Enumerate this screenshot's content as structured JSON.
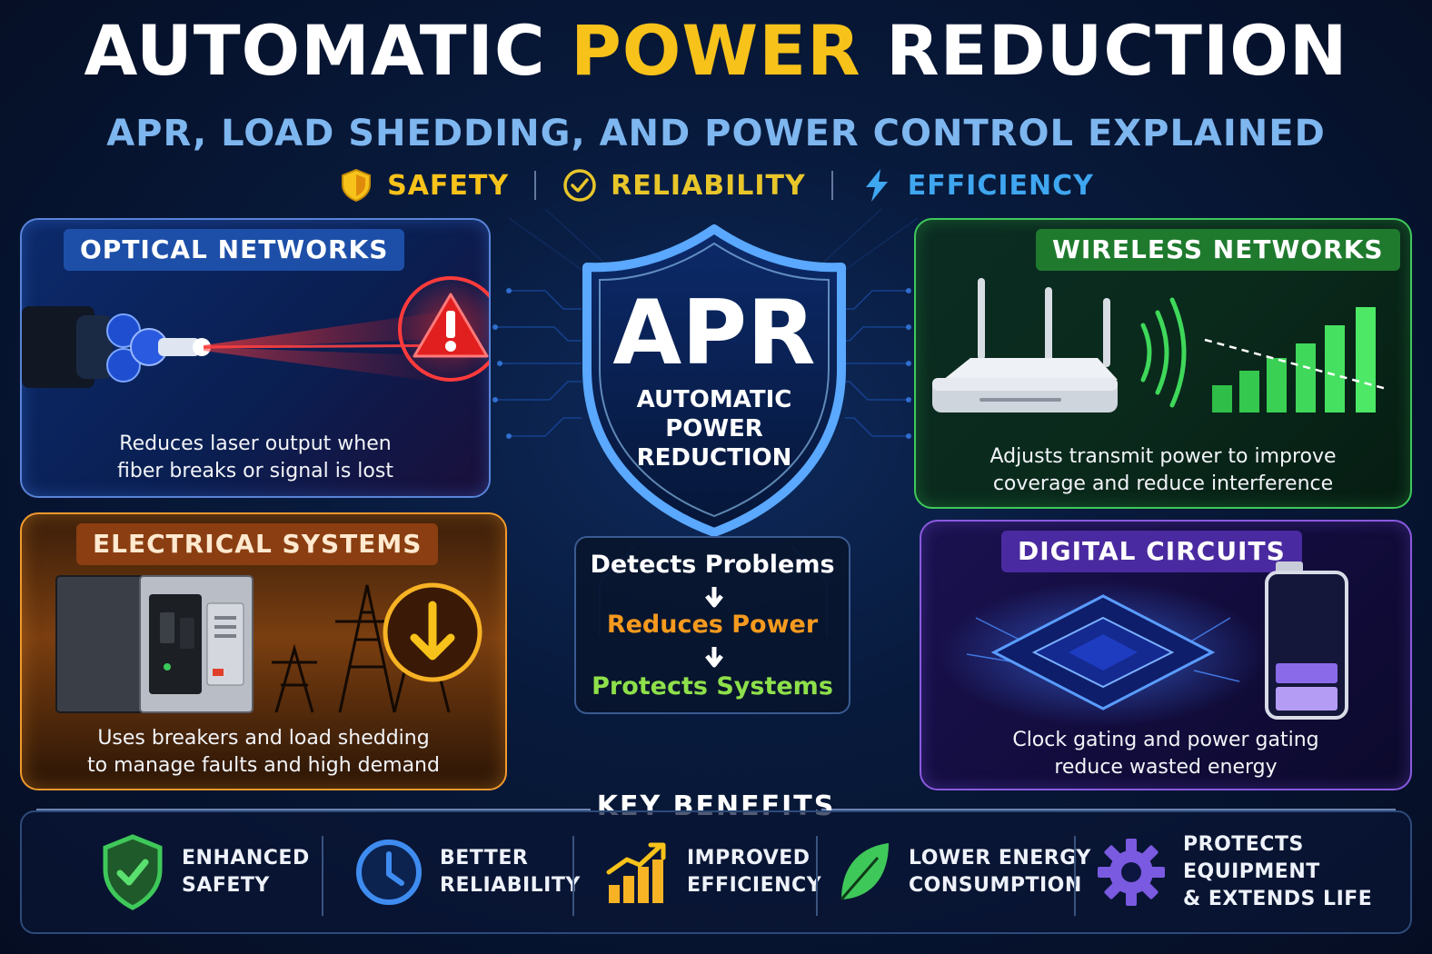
{
  "title": {
    "part1": "AUTOMATIC",
    "accent": "POWER",
    "part2": "REDUCTION"
  },
  "subtitle": "APR, LOAD SHEDDING, AND POWER CONTROL EXPLAINED",
  "pillars": [
    {
      "label": "SAFETY",
      "icon": "shield-icon",
      "color": "#f7c21a"
    },
    {
      "label": "RELIABILITY",
      "icon": "check-circle-icon",
      "color": "#e8c62a"
    },
    {
      "label": "EFFICIENCY",
      "icon": "lightning-icon",
      "color": "#3fa6f0"
    }
  ],
  "cards": {
    "optical": {
      "tag": "OPTICAL NETWORKS",
      "desc1": "Reduces laser output when",
      "desc2": "fiber breaks or signal is lost"
    },
    "electrical": {
      "tag": "ELECTRICAL SYSTEMS",
      "desc1": "Uses breakers and load shedding",
      "desc2": "to manage faults and high demand"
    },
    "wireless": {
      "tag": "WIRELESS NETWORKS",
      "desc1": "Adjusts transmit power to improve",
      "desc2": "coverage and reduce interference"
    },
    "digital": {
      "tag": "DIGITAL CIRCUITS",
      "desc1": "Clock gating and power gating",
      "desc2": "reduce wasted energy"
    }
  },
  "shield": {
    "acronym": "APR",
    "line1": "AUTOMATIC",
    "line2": "POWER",
    "line3": "REDUCTION"
  },
  "flow": [
    {
      "label": "Detects Problems",
      "color": "#ffffff"
    },
    {
      "label": "Reduces Power",
      "color": "#f59a1e"
    },
    {
      "label": "Protects Systems",
      "color": "#8ee04a"
    }
  ],
  "benefits_title": "KEY BENEFITS",
  "benefits": [
    {
      "line1": "ENHANCED",
      "line2": "SAFETY",
      "icon": "shield-check-icon"
    },
    {
      "line1": "BETTER",
      "line2": "RELIABILITY",
      "icon": "clock-icon"
    },
    {
      "line1": "IMPROVED",
      "line2": "EFFICIENCY",
      "icon": "bar-chart-up-icon"
    },
    {
      "line1": "LOWER ENERGY",
      "line2": "CONSUMPTION",
      "icon": "leaf-icon"
    },
    {
      "line1": "PROTECTS EQUIPMENT",
      "line2": "& EXTENDS LIFE",
      "icon": "gear-icon"
    }
  ],
  "colors": {
    "accent": "#f7c21a",
    "subtitle": "#7eb6ef",
    "optical": "#5a84d8",
    "electrical": "#f09a2c",
    "wireless": "#3fc85a",
    "digital": "#8a5ae0"
  }
}
